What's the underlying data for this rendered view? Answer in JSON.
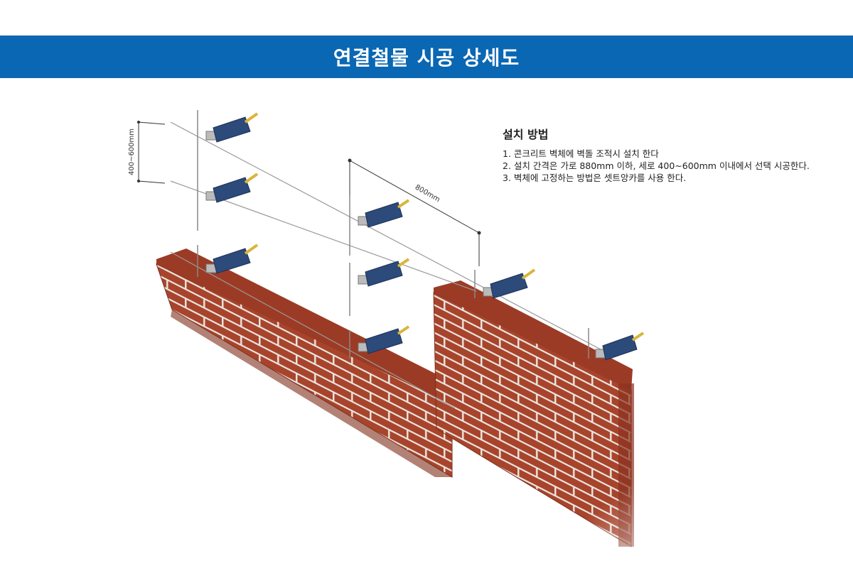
{
  "header": {
    "title": "연결철물 시공 상세도"
  },
  "notes": {
    "title": "설치 방법",
    "items": [
      "1. 콘크리트 벽체에 벽돌 조적시 설치 한다",
      "2. 설치 간격은 가로 880mm 이하, 세로 400~600mm 이내에서 선택 시공한다.",
      "3. 벽체에 고정하는 방법은 셋트앙카를 사용 한다."
    ]
  },
  "dimensions": {
    "vertical": "400~600mm",
    "horizontal": "800mm"
  },
  "colors": {
    "header_bg": "#0a67b3",
    "brick": "#a8442c",
    "brick_dark": "#7e2e1b",
    "mortar": "#e8e3dc",
    "bracket_blue": "#2c4a7a",
    "anchor_gold": "#d9b53a"
  }
}
